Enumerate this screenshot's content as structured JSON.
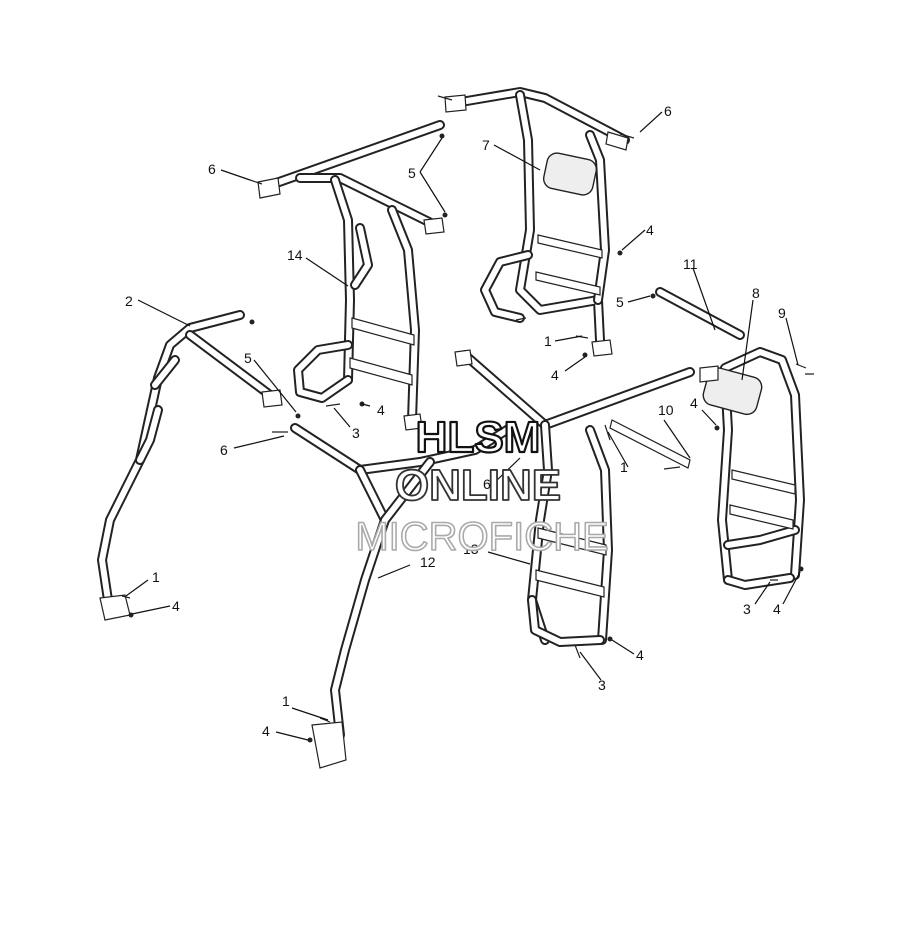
{
  "watermark": {
    "line1": "HLSM",
    "line2": "ONLINE",
    "line3": "MICROFICHE"
  },
  "callouts": [
    {
      "id": "c1a",
      "label": "1"
    },
    {
      "id": "c1b",
      "label": "1"
    },
    {
      "id": "c1c",
      "label": "1"
    },
    {
      "id": "c1d",
      "label": "1"
    },
    {
      "id": "c2",
      "label": "2"
    },
    {
      "id": "c3a",
      "label": "3"
    },
    {
      "id": "c3b",
      "label": "3"
    },
    {
      "id": "c3c",
      "label": "3"
    },
    {
      "id": "c4a",
      "label": "4"
    },
    {
      "id": "c4b",
      "label": "4"
    },
    {
      "id": "c4c",
      "label": "4"
    },
    {
      "id": "c4d",
      "label": "4"
    },
    {
      "id": "c4e",
      "label": "4"
    },
    {
      "id": "c4f",
      "label": "4"
    },
    {
      "id": "c4g",
      "label": "4"
    },
    {
      "id": "c4h",
      "label": "4"
    },
    {
      "id": "c5a",
      "label": "5"
    },
    {
      "id": "c5b",
      "label": "5"
    },
    {
      "id": "c5c",
      "label": "5"
    },
    {
      "id": "c6a",
      "label": "6"
    },
    {
      "id": "c6b",
      "label": "6"
    },
    {
      "id": "c6c",
      "label": "6"
    },
    {
      "id": "c6d",
      "label": "6"
    },
    {
      "id": "c7",
      "label": "7"
    },
    {
      "id": "c8",
      "label": "8"
    },
    {
      "id": "c9",
      "label": "9"
    },
    {
      "id": "c10",
      "label": "10"
    },
    {
      "id": "c11",
      "label": "11"
    },
    {
      "id": "c12",
      "label": "12"
    },
    {
      "id": "c13",
      "label": "13"
    },
    {
      "id": "c14",
      "label": "14"
    }
  ]
}
